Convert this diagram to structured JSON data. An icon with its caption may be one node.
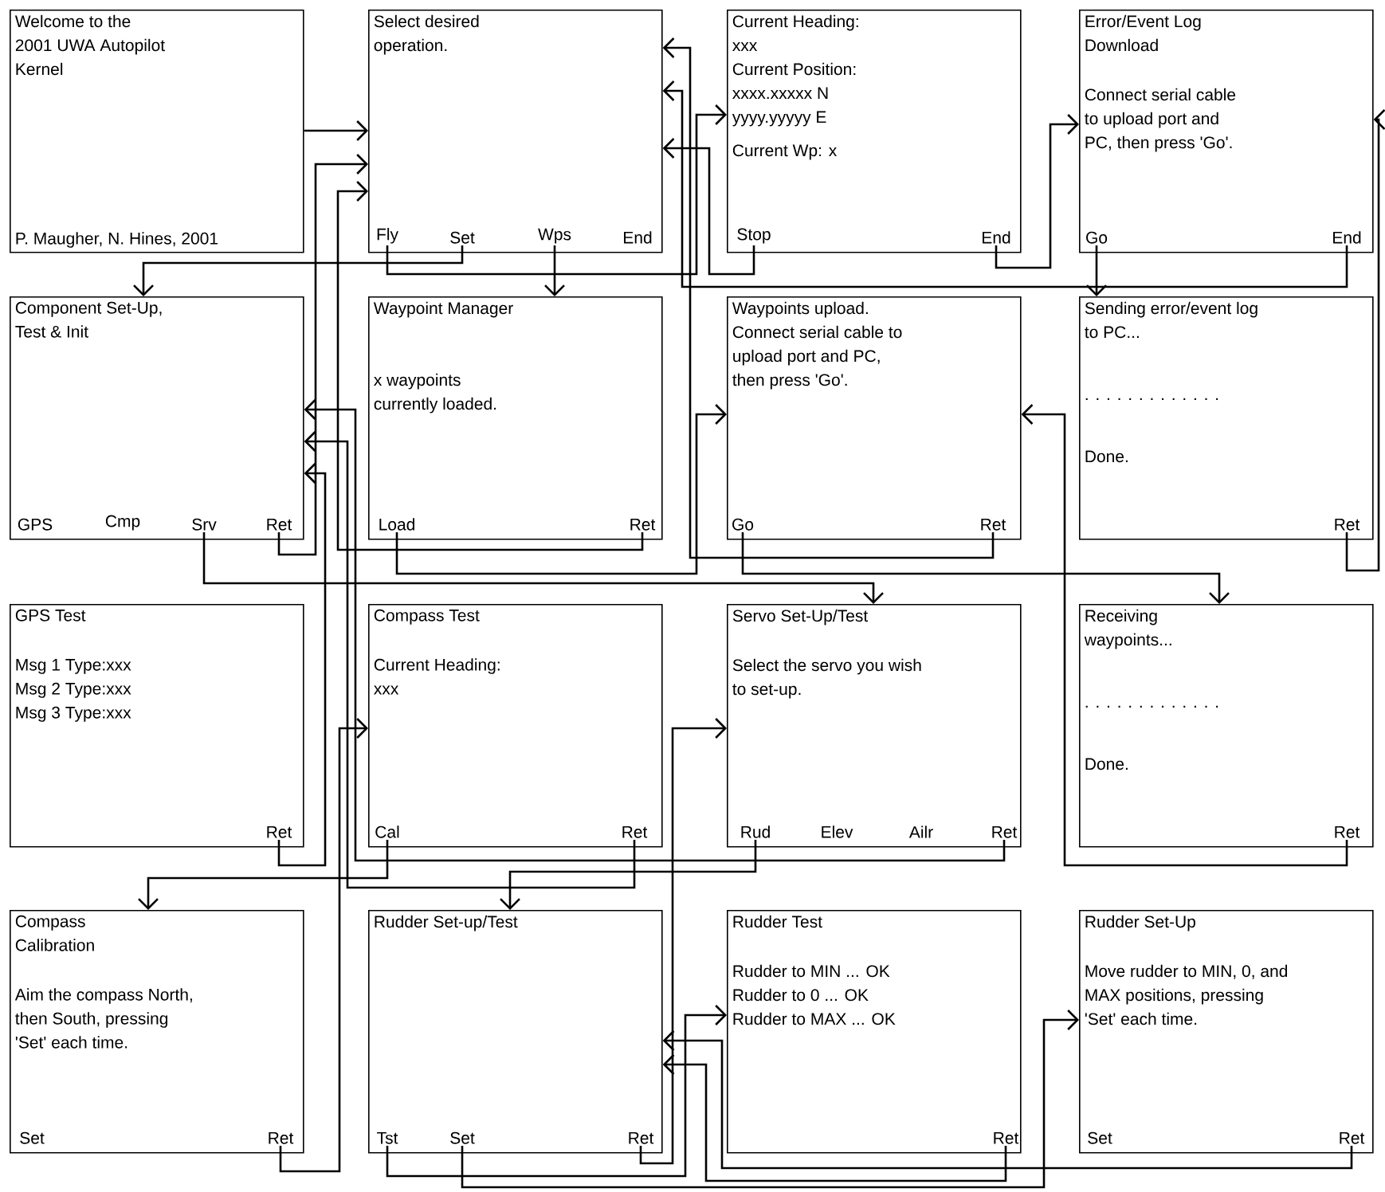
{
  "diagram": {
    "nodes": [
      {
        "text": [
          "Welcome to the 2001 UWA Autopilot Kernel",
          "P. Maugher, N. Hines, 2001"
        ]
      },
      {
        "text": [
          "Select desired operation."
        ]
      },
      {
        "text": [
          "Fly"
        ],
        "in": 1
      },
      {
        "text": [
          "Set"
        ],
        "in": 1
      },
      {
        "text": [
          "Wps"
        ],
        "in": 1
      },
      {
        "text": [
          "End"
        ],
        "in": 1
      },
      {
        "text": [
          "Current Heading:",
          "xxx",
          "Current Position:",
          "xxxx.xxxxx N",
          "yyyy.yyyyy E",
          "Current Wp: x"
        ]
      },
      {
        "text": [
          "Stop"
        ],
        "in": 6
      },
      {
        "text": [
          "End"
        ],
        "in": 6
      },
      {
        "text": [
          "Error/Event Log Download",
          "Connect serial cable to upload port and PC, then press 'Go'."
        ]
      },
      {
        "text": [
          "Go"
        ],
        "in": 9
      },
      {
        "text": [
          "End"
        ],
        "in": 9
      },
      {
        "text": [
          "Component Set-Up, Test & Init"
        ]
      },
      {
        "text": [
          "GPS"
        ],
        "in": 12
      },
      {
        "text": [
          "Cmp"
        ],
        "in": 12
      },
      {
        "text": [
          "Srv"
        ],
        "in": 12
      },
      {
        "text": [
          "Ret"
        ],
        "in": 12
      },
      {
        "text": [
          "Waypoint Manager",
          "x waypoints currently loaded."
        ]
      },
      {
        "text": [
          "Load"
        ],
        "in": 17
      },
      {
        "text": [
          "Ret"
        ],
        "in": 17
      },
      {
        "text": [
          "Waypoints upload. Connect serial cable to upload port and PC, then press 'Go'."
        ]
      },
      {
        "text": [
          "Go"
        ],
        "in": 20
      },
      {
        "text": [
          "Ret"
        ],
        "in": 20
      },
      {
        "text": [
          "Sending error/event log to PC...",
          ". . . . . . . . . . . . .",
          "Done."
        ]
      },
      {
        "text": [
          "Ret"
        ],
        "in": 23
      },
      {
        "text": [
          "GPS Test",
          "Msg 1 Type:xxx",
          "Msg 2 Type:xxx",
          "Msg 3 Type:xxx"
        ]
      },
      {
        "text": [
          "Ret"
        ],
        "in": 25
      },
      {
        "text": [
          "Compass Test",
          "Current Heading: xxx"
        ]
      },
      {
        "text": [
          "Cal"
        ],
        "in": 27
      },
      {
        "text": [
          "Ret"
        ],
        "in": 27
      },
      {
        "text": [
          "Servo Set-Up/Test",
          "Select the servo you wish to set-up."
        ]
      },
      {
        "text": [
          "Rud"
        ],
        "in": 30
      },
      {
        "text": [
          "Elev"
        ],
        "in": 30
      },
      {
        "text": [
          "Ailr"
        ],
        "in": 30
      },
      {
        "text": [
          "Ret"
        ],
        "in": 30
      },
      {
        "text": [
          "Receiving waypoints...",
          ". . . . . . . . . . . . .",
          "Done."
        ]
      },
      {
        "text": [
          "Ret"
        ],
        "in": 35
      },
      {
        "text": [
          "Compass Calibration",
          "Aim the compass North, then South, pressing 'Set' each time."
        ]
      },
      {
        "text": [
          "Set"
        ],
        "in": 37
      },
      {
        "text": [
          "Ret"
        ],
        "in": 37
      },
      {
        "text": [
          "Rudder Set-up/Test"
        ]
      },
      {
        "text": [
          "Tst"
        ],
        "in": 40
      },
      {
        "text": [
          "Set"
        ],
        "in": 40
      },
      {
        "text": [
          "Ret"
        ],
        "in": 40
      },
      {
        "text": [
          "Rudder Test",
          "Rudder to MIN ... OK",
          "Rudder to 0 ... OK",
          "Rudder to MAX ... OK"
        ]
      },
      {
        "text": [
          "Ret"
        ],
        "in": 44
      },
      {
        "text": [
          "Rudder Set-Up",
          "Move rudder to MIN, 0, and MAX positions, pressing 'Set' each time."
        ]
      },
      {
        "text": [
          "Set"
        ],
        "in": 46
      },
      {
        "text": [
          "Ret"
        ],
        "in": 46
      }
    ],
    "edges": [
      {
        "from": 0,
        "to": 1,
        "arrow": "to"
      },
      {
        "from": 2,
        "to": 6,
        "arrow": "to"
      },
      {
        "from": 3,
        "to": 12,
        "arrow": "to"
      },
      {
        "from": 4,
        "to": 17,
        "arrow": "to"
      },
      {
        "from": 7,
        "to": 1,
        "arrow": "to"
      },
      {
        "from": 8,
        "to": 9,
        "arrow": "to"
      },
      {
        "from": 10,
        "to": 23,
        "arrow": "to"
      },
      {
        "from": 11,
        "to": 1,
        "arrow": "to"
      },
      {
        "from": 16,
        "to": 1,
        "arrow": "to"
      },
      {
        "from": 15,
        "to": 30,
        "arrow": "to"
      },
      {
        "from": 18,
        "to": 20,
        "arrow": "to"
      },
      {
        "from": 19,
        "to": 1,
        "arrow": "to"
      },
      {
        "from": 21,
        "to": 35,
        "arrow": "to"
      },
      {
        "from": 22,
        "to": 1,
        "arrow": "to"
      },
      {
        "from": 24,
        "to": 9,
        "arrow": "to"
      },
      {
        "from": 26,
        "to": 12,
        "arrow": "to"
      },
      {
        "from": 28,
        "to": 37,
        "arrow": "to"
      },
      {
        "from": 29,
        "to": 12,
        "arrow": "to"
      },
      {
        "from": 31,
        "to": 40,
        "arrow": "to"
      },
      {
        "from": 34,
        "to": 12,
        "arrow": "to"
      },
      {
        "from": 36,
        "to": 20,
        "arrow": "to"
      },
      {
        "from": 39,
        "to": 27,
        "arrow": "to"
      },
      {
        "from": 41,
        "to": 44,
        "arrow": "to"
      },
      {
        "from": 42,
        "to": 46,
        "arrow": "to"
      },
      {
        "from": 43,
        "to": 30,
        "arrow": "to"
      },
      {
        "from": 45,
        "to": 40,
        "arrow": "to"
      },
      {
        "from": 48,
        "to": 40,
        "arrow": "to"
      }
    ]
  }
}
